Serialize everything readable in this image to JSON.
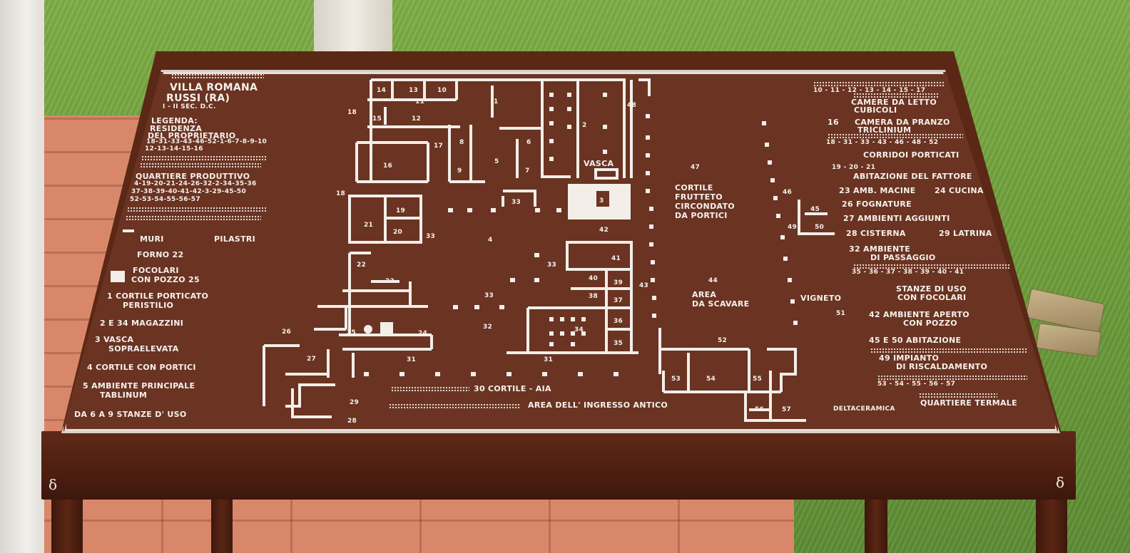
{
  "sign": {
    "title_line1": "VILLA ROMANA",
    "title_line2": "RUSSI (RA)",
    "period": "I - II SEC. D.C.",
    "legend_heading": "LEGENDA:",
    "residenza_1": "RESIDENZA",
    "residenza_2": "DEL PROPRIETARIO",
    "residenza_nums_1": "18-31-33-43-46-52-1-6-7-8-9-10",
    "residenza_nums_2": "12-13-14-15-16",
    "produttivo": "QUARTIERE PRODUTTIVO",
    "produttivo_nums_1": "4-19-20-21-24-26-32-2-34-35-36",
    "produttivo_nums_2": "37-38-39-40-41-42-3-29-45-50",
    "produttivo_nums_3": "52-53-54-55-56-57",
    "muri": "MURI",
    "pilastri": "PILASTRI",
    "forno": "FORNO 22",
    "focolari": "FOCOLARI",
    "pozzo": "CON POZZO 25",
    "item_1a": "1   CORTILE PORTICATO",
    "item_1b": "PERISTILIO",
    "item_2": "2 E 34  MAGAZZINI",
    "item_3a": "3   VASCA",
    "item_3b": "SOPRAELEVATA",
    "item_4": "4   CORTILE CON PORTICI",
    "item_5a": "5   AMBIENTE PRINCIPALE",
    "item_5b": "TABLINUM",
    "item_6": "DA 6 A 9  STANZE D' USO",
    "right_nums_1": "10 - 11 - 12 - 13 - 14 - 15 - 17",
    "camere": "CAMERE DA LETTO",
    "cubicoli": "CUBICOLI",
    "r16": "16",
    "camera_pranzo": "CAMERA DA PRANZO",
    "triclinium": "TRICLINIUM",
    "right_nums_2": "18 - 31 - 33 - 43 - 46 - 48 - 52",
    "corridoi": "CORRIDOI PORTICATI",
    "right_nums_3": "19 - 20 - 21",
    "abitazione_fattore": "ABITAZIONE DEL FATTORE",
    "amb_macine": "23  AMB. MACINE",
    "cucina": "24 CUCINA",
    "fognature": "26  FOGNATURE",
    "ambienti_aggiunti": "27  AMBIENTI AGGIUNTI",
    "cisterna": "28  CISTERNA",
    "latrina": "29 LATRINA",
    "ambiente_32a": "32  AMBIENTE",
    "ambiente_32b": "DI PASSAGGIO",
    "right_nums_4": "35 - 36 - 37 - 38 - 39 - 40 - 41",
    "stanze_uso": "STANZE DI USO",
    "con_focolari": "CON FOCOLARI",
    "r42a": "42   AMBIENTE APERTO",
    "r42b": "CON POZZO",
    "abitazione_45": "45 E 50  ABITAZIONE",
    "impianto_a": "49      IMPIANTO",
    "impianto_b": "DI RISCALDAMENTO",
    "right_nums_5": "53 - 54 - 55 - 56 - 57",
    "quartiere_termale": "QUARTIERE TERMALE",
    "vasca": "VASCA",
    "cortile_1": "CORTILE",
    "cortile_2": "FRUTTETO",
    "cortile_3": "CIRCONDATO",
    "cortile_4": "DA PORTICI",
    "area_1": "AREA",
    "area_2": "DA SCAVARE",
    "vigneto": "VIGNETO",
    "cortile_aia": "30 CORTILE - AIA",
    "ingresso": "AREA DELL' INGRESSO ANTICO",
    "maker": "DELTACERAMICA",
    "room_numbers": [
      "14",
      "13",
      "10",
      "11",
      "15",
      "12",
      "1",
      "18",
      "48",
      "2",
      "16",
      "17",
      "8",
      "6",
      "5",
      "9",
      "7",
      "33",
      "3",
      "47",
      "46",
      "21",
      "19",
      "20",
      "18",
      "45",
      "49",
      "50",
      "33",
      "4",
      "42",
      "22",
      "41",
      "33",
      "23",
      "40",
      "39",
      "38",
      "37",
      "43",
      "44",
      "51",
      "33",
      "36",
      "32",
      "34",
      "35",
      "26",
      "25",
      "24",
      "52",
      "27",
      "31",
      "31",
      "53",
      "54",
      "55",
      "29",
      "56",
      "57",
      "28"
    ],
    "delta_mark": "δ"
  }
}
